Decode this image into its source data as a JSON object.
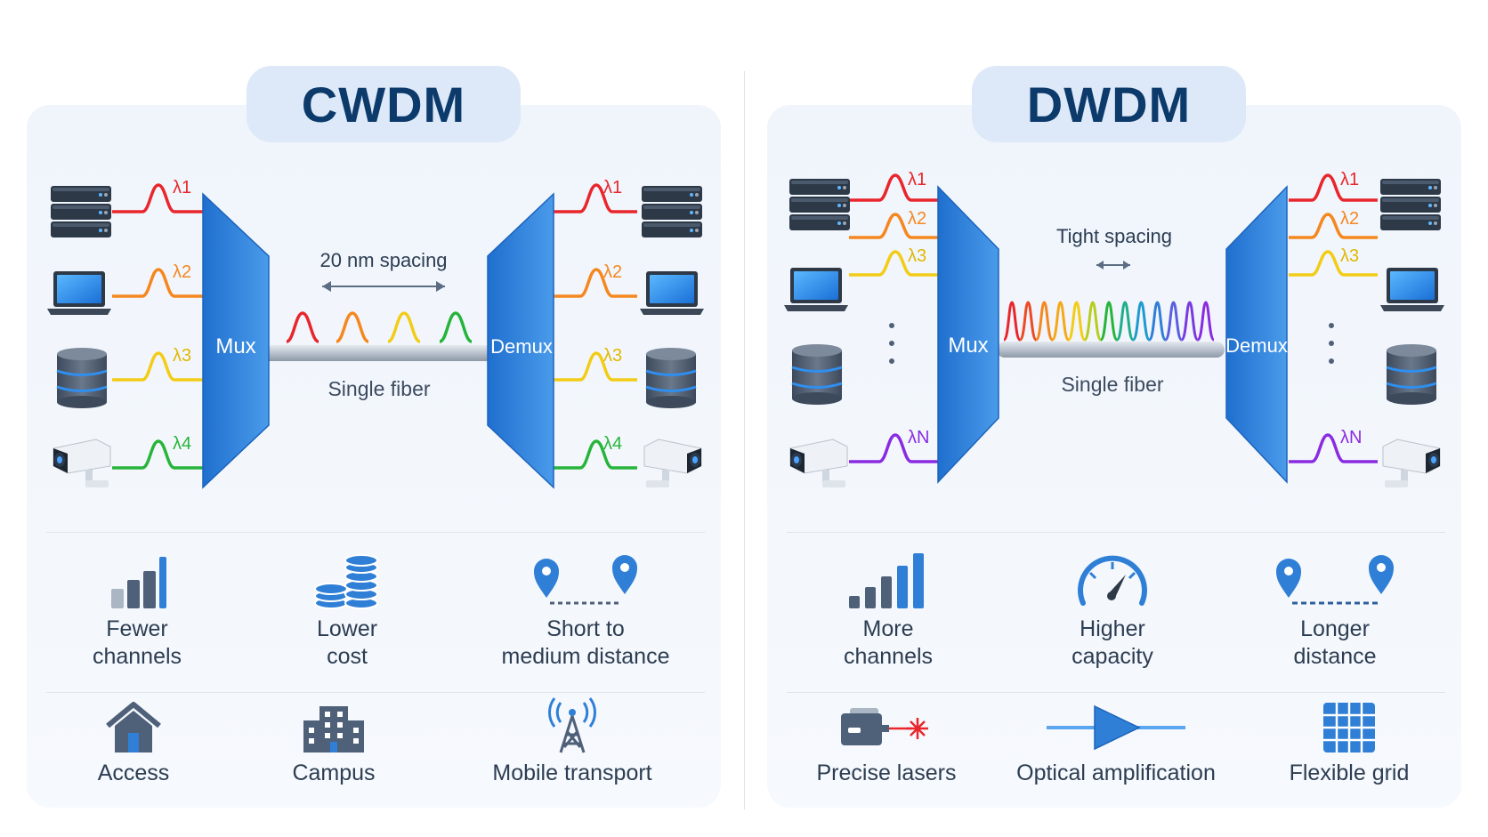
{
  "cwdm": {
    "title": "CWDM",
    "mux_label": "Mux",
    "demux_label": "Demux",
    "spacing_label": "20 nm spacing",
    "fiber_label": "Single fiber",
    "lambda_left": [
      "λ1",
      "λ2",
      "λ3",
      "λ4"
    ],
    "lambda_right": [
      "λ1",
      "λ2",
      "λ3",
      "λ4"
    ],
    "features": [
      {
        "icon": "fewer-channels-bars-icon",
        "label": "Fewer\nchannels"
      },
      {
        "icon": "coin-stacks-icon",
        "label": "Lower\ncost"
      },
      {
        "icon": "map-pin-distance-icon",
        "label": "Short to\nmedium distance"
      }
    ],
    "applications": [
      {
        "icon": "house-icon",
        "label": "Access"
      },
      {
        "icon": "building-icon",
        "label": "Campus"
      },
      {
        "icon": "cell-tower-icon",
        "label": "Mobile transport"
      }
    ]
  },
  "dwdm": {
    "title": "DWDM",
    "mux_label": "Mux",
    "demux_label": "Demux",
    "spacing_label": "Tight spacing",
    "fiber_label": "Single fiber",
    "lambda_left": [
      "λ1",
      "λ2",
      "λ3",
      "λN"
    ],
    "lambda_right": [
      "λ1",
      "λ2",
      "λ3",
      "λN"
    ],
    "features": [
      {
        "icon": "more-channels-bars-icon",
        "label": "More\nchannels"
      },
      {
        "icon": "gauge-icon",
        "label": "Higher\ncapacity"
      },
      {
        "icon": "map-pin-distance-icon",
        "label": "Longer\ndistance"
      }
    ],
    "applications": [
      {
        "icon": "laser-icon",
        "label": "Precise lasers"
      },
      {
        "icon": "amplifier-icon",
        "label": "Optical amplification"
      },
      {
        "icon": "grid-icon",
        "label": "Flexible grid"
      }
    ]
  },
  "colors": {
    "title": "#0c3a6b",
    "prism": "#2f7fd6",
    "red": "#e8262b",
    "orange": "#f5871f",
    "yellow": "#f2cc16",
    "green": "#27b43a",
    "purple": "#8a2be2",
    "icon_blue": "#2f7fd6",
    "icon_slate": "#4f6079"
  }
}
